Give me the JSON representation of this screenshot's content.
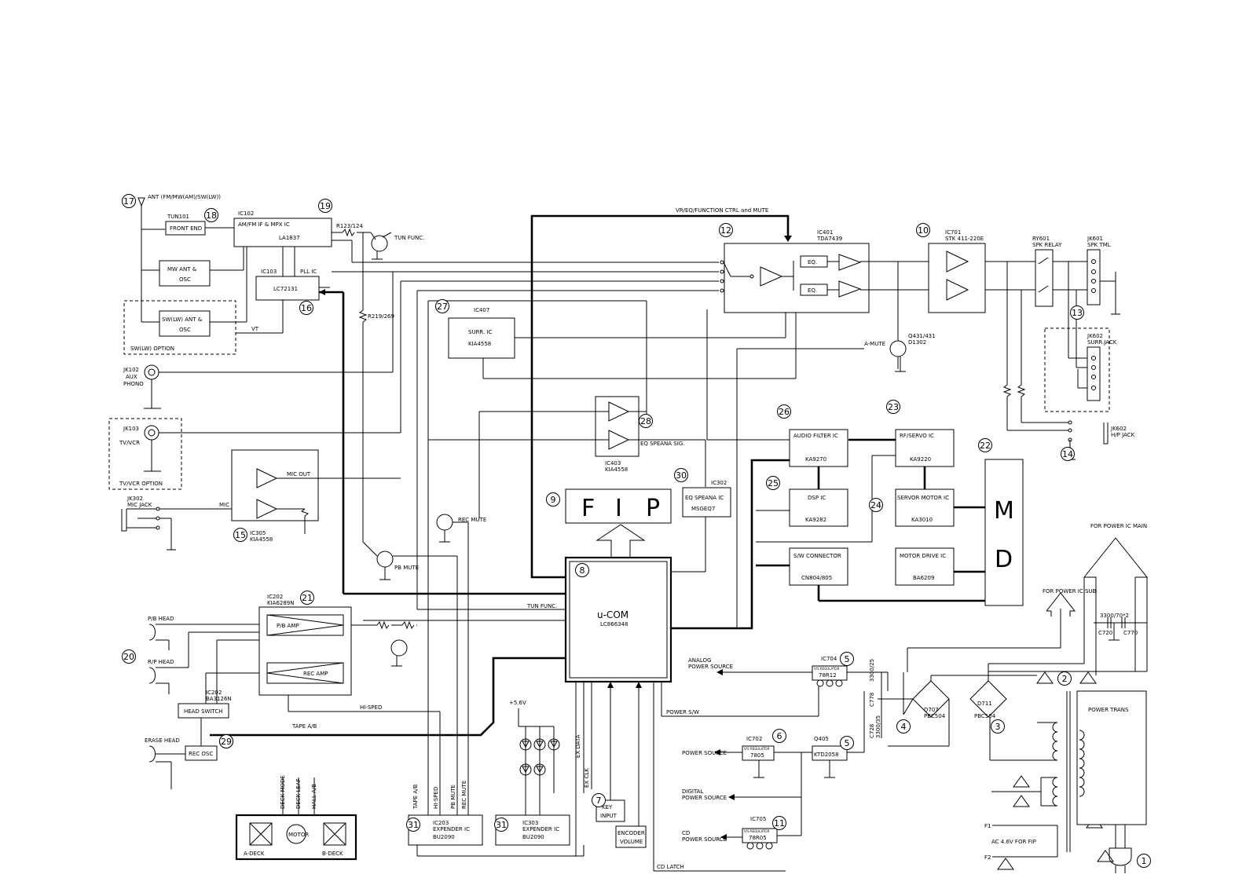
{
  "callouts": [
    "1",
    "2",
    "3",
    "4",
    "5",
    "5",
    "6",
    "7",
    "8",
    "9",
    "10",
    "11",
    "12",
    "13",
    "14",
    "15",
    "16",
    "17",
    "18",
    "19",
    "20",
    "21",
    "22",
    "23",
    "24",
    "25",
    "26",
    "27",
    "28",
    "29",
    "29",
    "30",
    "31",
    "31"
  ],
  "tuner": {
    "ant": "ANT (FM/MW(AM)/SW(LW))",
    "tun101": "TUN101",
    "front_end": "FRONT END",
    "ic102": "IC102",
    "ic102_title": "AM/FM IF & MPX IC",
    "ic102_part": "LA1837",
    "mw_ant_1": "MW ANT &",
    "mw_ant_2": "OSC",
    "sw_ant_1": "SW(LW) ANT &",
    "sw_ant_2": "OSC",
    "sw_option": "SW(LW) OPTION",
    "ic103": "IC103",
    "pll_ic": "PLL IC",
    "lc72131": "LC72131",
    "vt": "VT",
    "r123": "R123/124",
    "tun_func": "TUN FUNC.",
    "r219": "R219/269"
  },
  "inputs": {
    "jk102": "JK102",
    "aux": "AUX",
    "phono": "PHONO",
    "jk103": "JK103",
    "tvvcr": "TV/VCR",
    "tvvcr_option": "TV/VCR OPTION",
    "jk302": "JK302",
    "mic_jack": "MIC JACK",
    "mic_in": "MIC IN",
    "mic_out": "MIC OUT",
    "ic305": "IC305",
    "ic305_part": "KIA4558"
  },
  "surround": {
    "ic407": "IC407",
    "surr_ic": "SURR. IC",
    "surr_part": "KIA4558",
    "ic403": "IC403",
    "ic403_part": "KIA4558",
    "eq_speana_sig": "EQ SPEANA SIG.",
    "ic302": "IC302",
    "eq_speana_ic": "EQ SPEANA IC",
    "eq_part": "MSGEQ7"
  },
  "fip": {
    "f": "F",
    "i": "I",
    "p": "P"
  },
  "ucom": {
    "title": "u-COM",
    "part": "LC866348",
    "tun_func": "TUN FUNC.",
    "key_1": "KEY",
    "key_2": "INPUT",
    "enc_1": "ENCODER",
    "enc_2": "VOLUME",
    "ex_data": "EX DATA",
    "ex_clk": "EX CLK",
    "cd_latch": "CD LATCH",
    "power_sw": "POWER S/W"
  },
  "audio": {
    "vr_ctrl": "VR/EQ/FUNCTION CTRL and MUTE",
    "ic401": "IC401",
    "ic401_part": "TDA7439",
    "eq": "EQ.",
    "ic701": "IC701",
    "ic701_part": "STK 411-220E",
    "ry601": "RY601",
    "spk_relay": "SPK RELAY",
    "jk601": "JK601",
    "spk_tml": "SPK TML",
    "jk602_surr": "JK602",
    "surr_jack": "SURR.JACK",
    "a_mute": "A-MUTE",
    "q431": "Q431/431",
    "d1302": "D1302",
    "jk602_hp": "JK602",
    "hp_jack": "H/P JACK"
  },
  "cd": {
    "audio_filter": "AUDIO FILTER IC",
    "ka9270": "KA9270",
    "rf_servo": "RF/SERVO IC",
    "ka9220": "KA9220",
    "dsp_ic": "DSP IC",
    "ka9282": "KA9282",
    "servo_motor": "SERVOR MOTOR IC",
    "ka3010": "KA3010",
    "sw_conn": "S/W CONNECTOR",
    "cn804": "CN804/805",
    "motor_drive": "MOTOR DRIVE IC",
    "ba6209": "BA6209",
    "md_m": "M",
    "md_d": "D"
  },
  "deck": {
    "ic202": "IC202",
    "ic202_part": "KIA6289N",
    "pb_amp": "P/B AMP",
    "rec_amp": "REC AMP",
    "pb_head": "P/B HEAD",
    "rp_head": "R/P HEAD",
    "ic202b": "IC202",
    "ba3126": "BA3126N",
    "head_switch": "HEAD SWITCH",
    "erase_head": "ERASE HEAD",
    "rec_osc": "REC OSC",
    "hi_sped": "HI-SPED",
    "tape_ab": "TAPE A/B",
    "pb_mute": "PB MUTE",
    "rec_mute": "REC MUTE",
    "deck_mode": "DECK MODE",
    "deck_leaf": "DECK LEAF",
    "hall_ab": "HALL A/B",
    "motor": "MOTOR",
    "a_deck": "A-DECK",
    "b_deck": "B-DECK",
    "v56": "+5.6V",
    "tape_ab_v": "TAPE A/B",
    "hi_sped_v": "HI-SPED",
    "pb_mute_v": "PB MUTE",
    "rec_mute_v": "REC MUTE",
    "ic203": "IC203",
    "ic303": "IC303",
    "expender": "EXPENDER IC",
    "bu2090": "BU2090"
  },
  "power": {
    "analog": "ANALOG",
    "power_source": "POWER SOURCE",
    "ic704": "IC704",
    "reg": "V/S REGULATOR",
    "r78r12": "78R12",
    "c778": "C778",
    "c778v": "3300/25",
    "ic702": "IC702",
    "r7805": "7805",
    "q405": "Q405",
    "ktd": "KTD2058",
    "digital": "DIGITAL",
    "cd_power": "CD",
    "ic705": "IC705",
    "r78r05": "78R05",
    "d707": "D707",
    "pbc504": "PBC504",
    "d711": "D711",
    "c728": "C728",
    "c728v": "3300/35",
    "for_main": "FOR POWER IC MAIN",
    "for_sub": "FOR POWER IC SUB",
    "cap": "3300/70*2",
    "c720": "C720",
    "c770": "C770",
    "trans": "POWER TRANS",
    "f1": "F1",
    "f2": "F2",
    "ac": "AC 4.6V FOR FIP"
  }
}
